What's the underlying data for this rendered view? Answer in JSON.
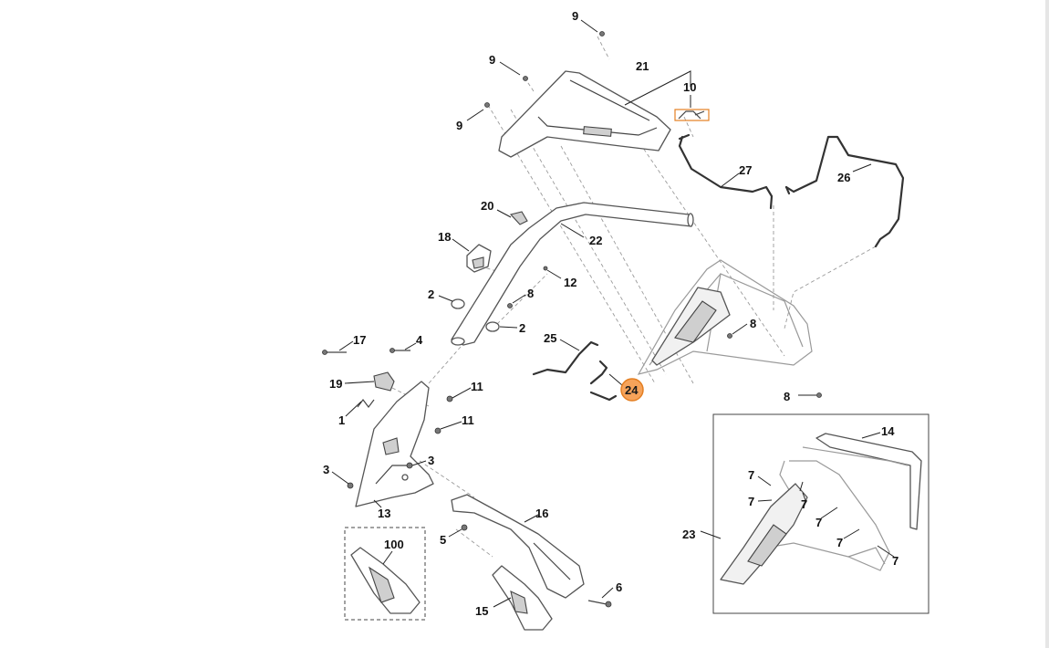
{
  "diagram": {
    "labels": {
      "p9a": "9",
      "p9b": "9",
      "p9c": "9",
      "p21": "21",
      "p10": "10",
      "p27": "27",
      "p26": "26",
      "p20": "20",
      "p22": "22",
      "p18": "18",
      "p12": "12",
      "p2a": "2",
      "p8a": "8",
      "p2b": "2",
      "p8b": "8",
      "p8c": "8",
      "p25": "25",
      "p24": "24",
      "p17": "17",
      "p4": "4",
      "p19": "19",
      "p1": "1",
      "p11a": "11",
      "p11b": "11",
      "p3a": "3",
      "p3b": "3",
      "p13": "13",
      "p16": "16",
      "p5": "5",
      "p6": "6",
      "p15": "15",
      "p100": "100",
      "p14": "14",
      "p7a": "7",
      "p7b": "7",
      "p7c": "7",
      "p7d": "7",
      "p7e": "7",
      "p7f": "7",
      "p23": "23"
    },
    "highlighted_part": "24",
    "colors": {
      "highlight_fill": "#f6a35a",
      "highlight_stroke": "#e47f22",
      "line": "#333333",
      "background": "#ffffff"
    }
  }
}
